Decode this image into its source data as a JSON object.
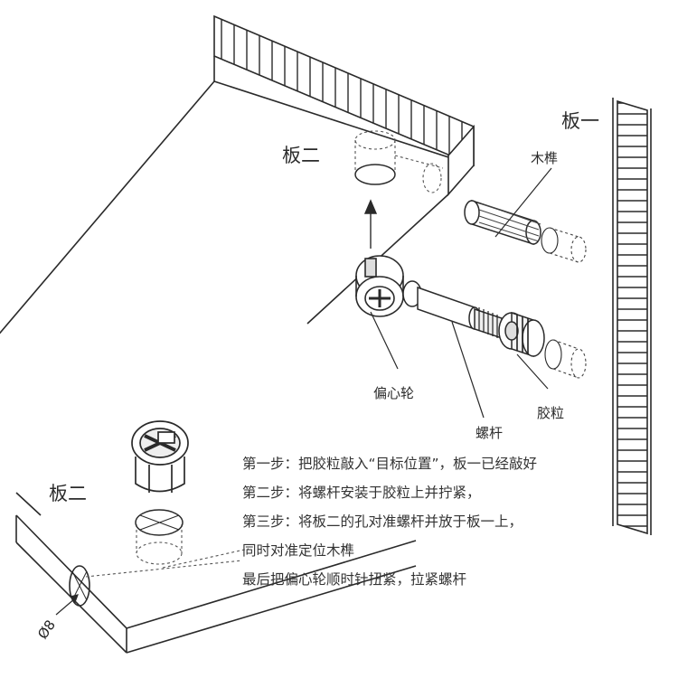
{
  "labels": {
    "board_one": "板一",
    "board_two_top": "板二",
    "board_two_bottom": "板二",
    "dowel": "木榫",
    "cam_wheel": "偏心轮",
    "screw_rod": "螺杆",
    "rubber_nut": "胶粒",
    "diameter": "Ø8"
  },
  "steps": [
    "第一步：把胶粒敲入“目标位置”，板一已经敲好",
    "第二步：将螺杆安装于胶粒上并拧紧，",
    "第三步：将板二的孔对准螺杆并放于板一上，",
    "同时对准定位木榫",
    "最后把偏心轮顺时针扭紧，拉紧螺杆"
  ],
  "colors": {
    "line": "#2a2a2a",
    "dashed": "#555555",
    "text": "#2b2b2b"
  }
}
